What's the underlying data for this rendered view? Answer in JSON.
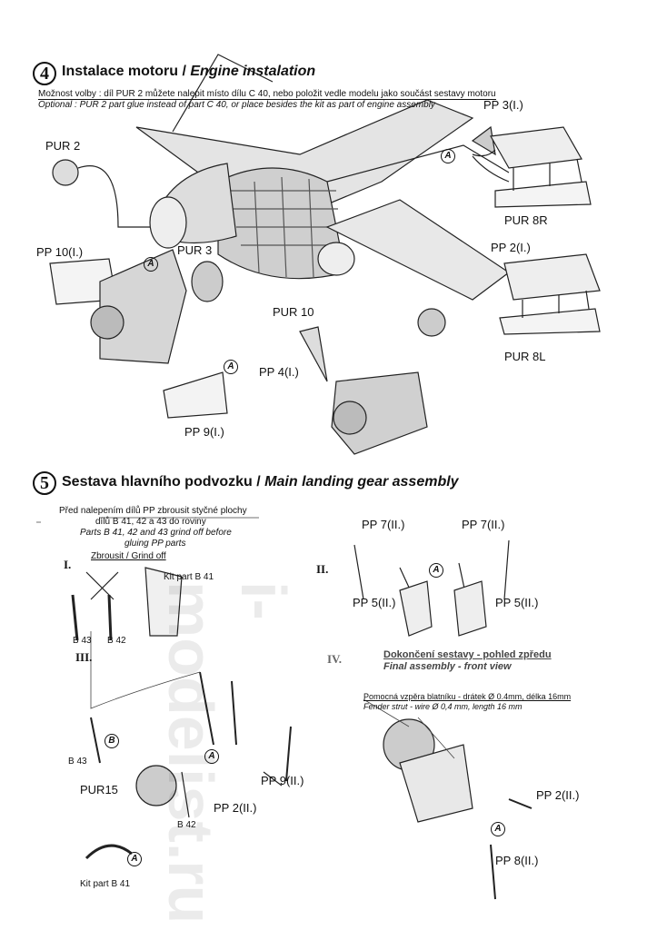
{
  "step4": {
    "number": "4",
    "title_cz": "Instalace motoru / ",
    "title_en": "Engine instalation",
    "note_cz": "Možnost volby : díl PUR 2 můžete nalepit místo dílu C 40, nebo položit vedle modelu jako součást sestavy motoru",
    "note_en": "Optional :  PUR 2 part glue instead of part C 40, or place besides the kit as part of engine assembly",
    "labels": {
      "pur2": "PUR 2",
      "pp10": "PP 10(I.)",
      "pur3": "PUR 3",
      "pp9": "PP 9(I.)",
      "pur10": "PUR 10",
      "pp4": "PP 4(I.)",
      "pp3": "PP 3(I.)",
      "pur8r": "PUR 8R",
      "pp2": "PP 2(I.)",
      "pur8l": "PUR 8L",
      "a": "A"
    }
  },
  "step5": {
    "number": "5",
    "title_cz": "Sestava hlavního podvozku / ",
    "title_en": "Main landing gear assembly",
    "note_cz1": "Před nalepením dílů PP zbrousit styčné plochy",
    "note_cz2": "dílů B 41, 42 a 43 do roviny",
    "note_en1": "Parts B 41, 42 and 43 grind off before",
    "note_en2": "gluing PP parts",
    "roman": {
      "i": "I.",
      "ii": "II.",
      "iii": "III.",
      "iv": "IV."
    },
    "grind": "Zbrousit / Grind off",
    "kit_b41": "Kit part B 41",
    "b43": "B 43",
    "b42": "B 42",
    "pp7": "PP 7(II.)",
    "pp5": "PP 5(II.)",
    "pp9": "PP 9(II.)",
    "pp2": "PP 2(II.)",
    "pp8": "PP 8(II.)",
    "pur15": "PUR15",
    "b": "B",
    "a": "A",
    "final_cz": "Dokončení sestavy - pohled zpředu",
    "final_en": "Final assembly - front view",
    "strut_cz": "Pomocná vzpěra blatníku - drátek Ø 0.4mm, délka 16mm",
    "strut_en": "Fender strut - wire Ø 0,4 mm, length  16 mm"
  },
  "watermark": "i-modelist.ru"
}
